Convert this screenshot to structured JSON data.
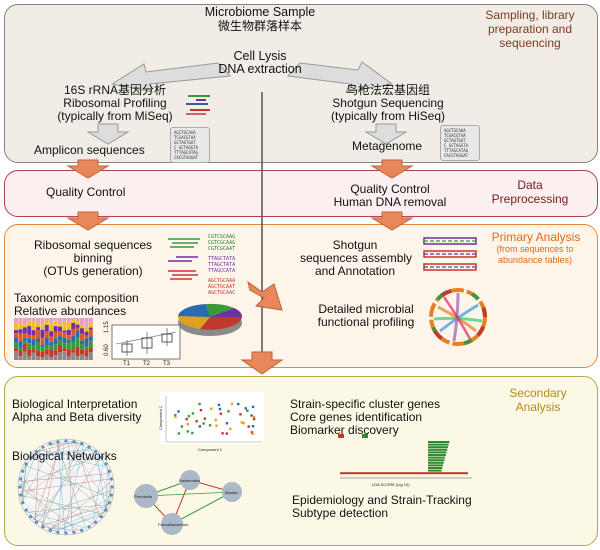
{
  "sections": {
    "sampling": {
      "title": "Sampling, library preparation and sequencing"
    },
    "preprocessing": {
      "title": "Data Preprocessing"
    },
    "primary": {
      "title": "Primary Analysis",
      "subtitle": "(from sequences to abundance tables)"
    },
    "secondary": {
      "title": "Secondary Analysis"
    }
  },
  "sampling": {
    "sample_en": "Microbiome Sample",
    "sample_zh": "微生物群落样本",
    "lysis": "Cell Lysis",
    "extraction": "DNA extraction",
    "rrna_title": "16S rRNA基因分析",
    "rrna_method": "Ribosomal Profiling",
    "rrna_platform": "(typically from MiSeq)",
    "amplicon": "Amplicon sequences",
    "shotgun_zh": "鸟枪法宏基因组",
    "shotgun_method": "Shotgun Sequencing",
    "shotgun_platform": "(typically from HiSeq)",
    "metagenome": "Metagenome",
    "seq_lines": [
      "AGCTGCAAA",
      "TCGACGTAA",
      "GCTAGTGAT",
      "C GCTAGGTA",
      "TTTAGCATAG",
      "CACGTAGGAT"
    ]
  },
  "preprocessing": {
    "left_qc": "Quality Control",
    "right_qc": "Quality Control",
    "human_removal": "Human DNA removal"
  },
  "primary": {
    "binning_1": "Ribosomal sequences",
    "binning_2": "binning",
    "binning_3": "(OTUs generation)",
    "otu_seqs": [
      "CGTCGCAAG",
      "CGTCGCAAG",
      "CGTCGCAAT",
      "TTAGCTATA",
      "TTAGCTATA",
      "TTAGCCATA",
      "AGCTGCAAA",
      "AGCTGCAAT",
      "AGCTGCAAC"
    ],
    "taxo_1": "Taxonomic composition",
    "taxo_2": "Relative abundances",
    "boxplot_ticks": [
      "T1",
      "T2",
      "T3"
    ],
    "boxplot_yticks": [
      "0.60",
      "1.15"
    ],
    "assembly_1": "Shotgun",
    "assembly_2": "sequences assembly",
    "assembly_3": "and Annotation",
    "func_1": "Detailed microbial",
    "func_2": "functional profiling"
  },
  "secondary": {
    "bio_interp": "Biological Interpretation",
    "diversity": "Alpha and Beta diversity",
    "networks": "Biological Networks",
    "strain_specific": "Strain-specific cluster genes",
    "core_genes": "Core genes identification",
    "biomarker": "Biomarker discovery",
    "epidemiology": "Epidemiology and Strain-Tracking",
    "subtype": "Subtype detection",
    "pcoa_xlabel": "Component 1",
    "pcoa_ylabel": "Component 2",
    "lda_xlabel": "LDA SCORE (log 10)",
    "network_nodes": [
      "Bacteroides",
      "Prevotella",
      "Blautia",
      "Faecalibacterium"
    ]
  },
  "colors": {
    "sampling_fill": "#f1ede6",
    "sampling_border": "#8c8070",
    "prep_fill": "#fbeff0",
    "prep_border": "#b04050",
    "primary_fill": "#fdf4ea",
    "primary_border": "#e8873a",
    "secondary_fill": "#fbf8e6",
    "secondary_border": "#b9a84a",
    "arrow_grey": "#9a9a9a",
    "arrow_orange": "#e8875a"
  }
}
